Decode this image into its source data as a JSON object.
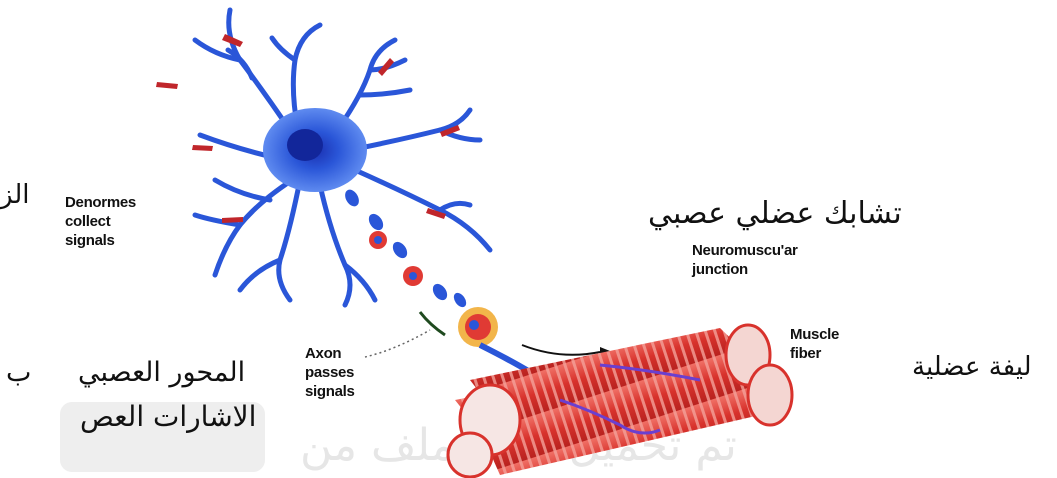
{
  "labels_en": {
    "dendrites": "Denormes\ncollect\nsignals",
    "axon": "Axon\npasses\nsignals",
    "junction": "Neuromuscu'ar\njunction",
    "muscle": "Muscle\nfiber"
  },
  "labels_ar": {
    "junction": "تشابك عضلي عصبي",
    "fiber": "ليفة عضلية",
    "axon": "المحور العصبي",
    "axon_tail": "ب",
    "signals": "الاشارات العص",
    "top_left": "الز"
  },
  "watermark": "تم تحميل هذا الملف من",
  "colors": {
    "neuron": "#2a56d8",
    "nucleus": "#1a36c0",
    "muscle": "#e03a34",
    "arrow": "#c0262b"
  }
}
